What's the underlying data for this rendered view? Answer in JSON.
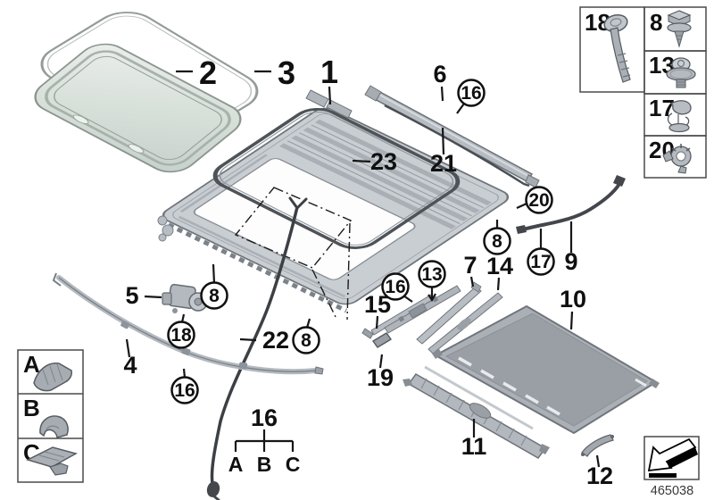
{
  "figure": {
    "doc_number": "465038",
    "callouts": {
      "plain": {
        "1": "1",
        "2": "2",
        "3": "3",
        "4": "4",
        "5": "5",
        "6": "6",
        "7": "7",
        "9": "9",
        "10": "10",
        "11": "11",
        "12": "12",
        "14": "14",
        "15": "15",
        "19": "19",
        "21": "21",
        "22": "22",
        "23": "23"
      },
      "circled": {
        "8": "8",
        "13": "13",
        "16": "16",
        "17": "17",
        "18": "18",
        "20": "20"
      }
    },
    "abc_bracket": {
      "parent": "16",
      "a": "A",
      "b": "B",
      "c": "C"
    },
    "legend": {
      "a": "A",
      "b": "B",
      "c": "C"
    },
    "sidebar": {
      "items": [
        {
          "number": "18",
          "part_icon": "flanged-torx-bolt"
        },
        {
          "number": "8",
          "part_icon": "hex-flange-screw"
        },
        {
          "number": "13",
          "part_icon": "torx-washer-screw"
        },
        {
          "number": "17",
          "part_icon": "cable-clip"
        },
        {
          "number": "20",
          "part_icon": "spring-nut-clip"
        }
      ]
    },
    "colors": {
      "part_grey": "#b4bac0",
      "part_dark": "#3c4045",
      "glass_tint": "#dfe6e1",
      "label_black": "#101010"
    }
  }
}
